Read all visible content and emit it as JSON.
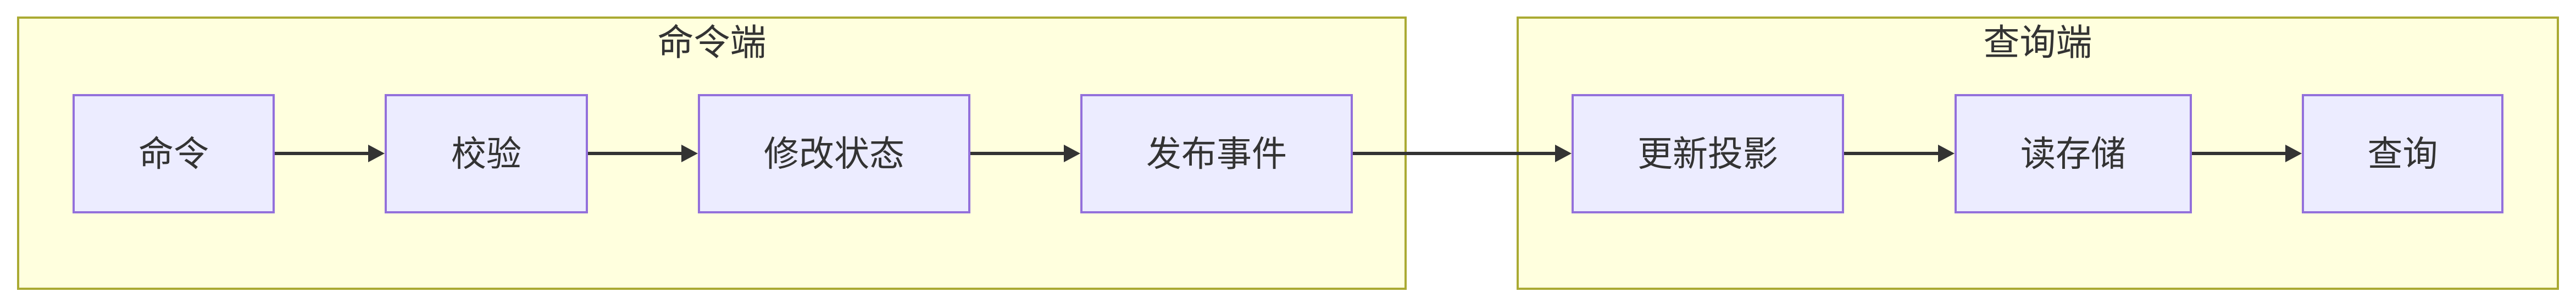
{
  "diagram": {
    "type": "flowchart-left-to-right",
    "clusters": [
      {
        "id": "command-side",
        "label": "命令端",
        "node_ids": [
          "command",
          "validate",
          "modify-state",
          "publish-event"
        ]
      },
      {
        "id": "query-side",
        "label": "查询端",
        "node_ids": [
          "update-projection",
          "read-store",
          "query"
        ]
      }
    ],
    "nodes": [
      {
        "id": "command",
        "label": "命令"
      },
      {
        "id": "validate",
        "label": "校验"
      },
      {
        "id": "modify-state",
        "label": "修改状态"
      },
      {
        "id": "publish-event",
        "label": "发布事件"
      },
      {
        "id": "update-projection",
        "label": "更新投影"
      },
      {
        "id": "read-store",
        "label": "读存储"
      },
      {
        "id": "query",
        "label": "查询"
      }
    ],
    "edges": [
      {
        "from": "command",
        "to": "validate"
      },
      {
        "from": "validate",
        "to": "modify-state"
      },
      {
        "from": "modify-state",
        "to": "publish-event"
      },
      {
        "from": "publish-event",
        "to": "update-projection"
      },
      {
        "from": "update-projection",
        "to": "read-store"
      },
      {
        "from": "read-store",
        "to": "query"
      }
    ],
    "colors": {
      "cluster_fill": "#ffffde",
      "cluster_border": "#aaaa33",
      "node_fill": "#ececff",
      "node_border": "#9370db",
      "edge": "#333333",
      "text": "#333333"
    }
  }
}
